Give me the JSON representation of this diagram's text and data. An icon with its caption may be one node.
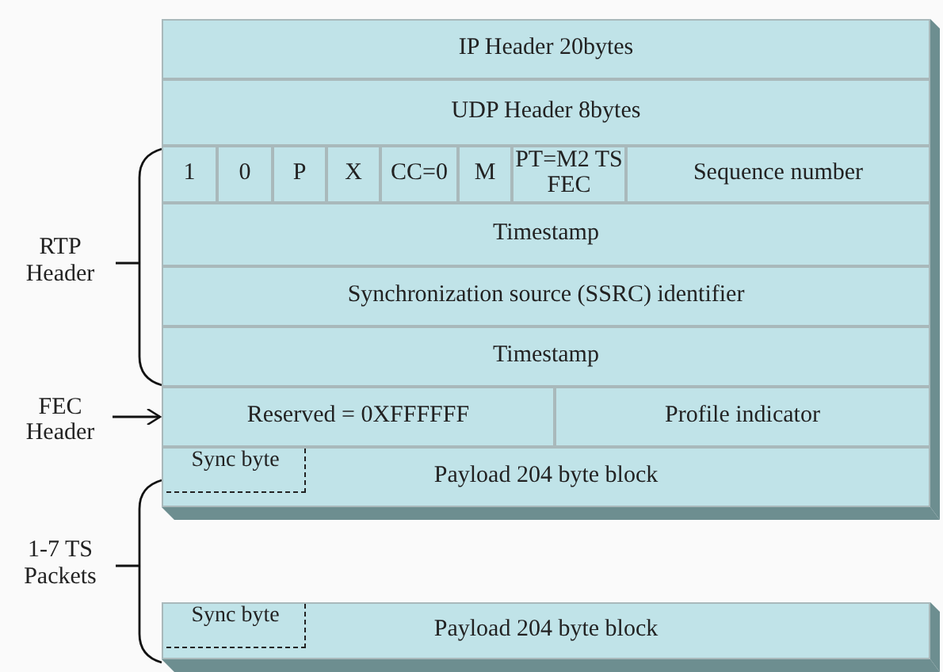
{
  "diagram": {
    "nodes": [
      {
        "text": [
          "IP Header 20bytes"
        ]
      },
      {
        "text": [
          "UDP Header 8bytes"
        ]
      },
      {
        "text": [
          "1"
        ]
      },
      {
        "text": [
          "0"
        ]
      },
      {
        "text": [
          "P"
        ]
      },
      {
        "text": [
          "X"
        ]
      },
      {
        "text": [
          "CC=0"
        ]
      },
      {
        "text": [
          "M"
        ]
      },
      {
        "text": [
          "PT=M2 TS FEC"
        ]
      },
      {
        "text": [
          "Sequence number"
        ]
      },
      {
        "text": [
          "Timestamp"
        ]
      },
      {
        "text": [
          "Synchronization source (SSRC) identifier"
        ]
      },
      {
        "text": [
          "Timestamp"
        ]
      },
      {
        "text": [
          "FEC Header"
        ]
      },
      {
        "text": [
          "Reserved = 0XFFFFFF"
        ]
      },
      {
        "text": [
          "Profile indicator"
        ]
      },
      {
        "text": [
          "Payload 204 byte block"
        ]
      },
      {
        "text": [
          "Sync byte"
        ],
        "in": 16
      },
      {
        "text": [
          "Payload 204 byte block"
        ]
      },
      {
        "text": [
          "Sync byte"
        ],
        "in": 18
      }
    ],
    "edges": [
      {
        "from": 13,
        "to": 14,
        "arrow": "to"
      }
    ],
    "labels": [
      "RTP Header",
      "1-7 TS Packets"
    ]
  }
}
